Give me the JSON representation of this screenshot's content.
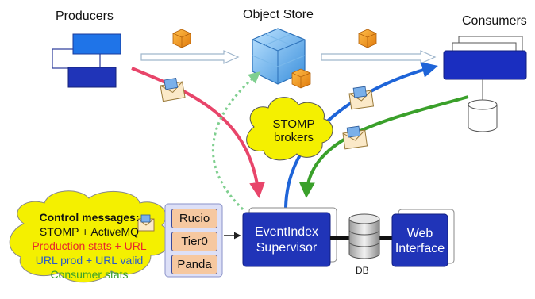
{
  "labels": {
    "producers": "Producers",
    "object_store": "Object Store",
    "consumers": "Consumers",
    "stomp_brokers_line1": "STOMP",
    "stomp_brokers_line2": "brokers",
    "supervisor_line1": "EventIndex",
    "supervisor_line2": "Supervisor",
    "web_line1": "Web",
    "web_line2": "Interface",
    "db": "DB"
  },
  "sources": [
    "Rucio",
    "Tier0",
    "Panda"
  ],
  "control_messages": {
    "title": "Control messages:",
    "lines": [
      {
        "text": "STOMP + ActiveMQ",
        "color": "#111111"
      },
      {
        "text": "Production stats + URL",
        "color": "#e8282a"
      },
      {
        "text": "URL prod + URL valid",
        "color": "#2a5ac8"
      },
      {
        "text": "Consumer stats",
        "color": "#3aa02a"
      }
    ]
  },
  "colors": {
    "producer_flow": "#e8456a",
    "consumer_blue": "#1e64d8",
    "consumer_green": "#3aa02a",
    "dotted_green": "#7fcf8f",
    "box_blue": "#2034b8",
    "cloud_yellow": "#f4f000"
  },
  "icons": [
    "mail-envelope-icon",
    "object-cube-icon",
    "database-icon"
  ]
}
